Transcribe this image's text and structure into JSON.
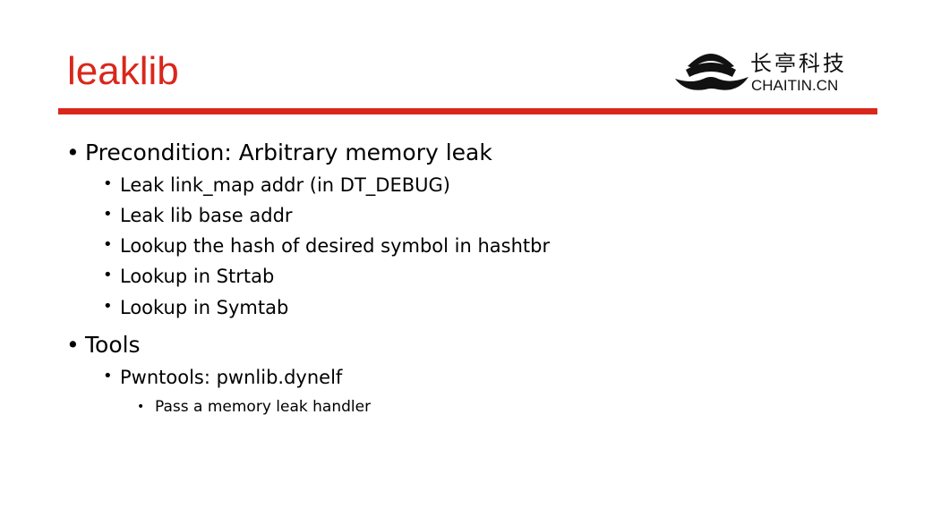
{
  "slide": {
    "title": "leaklib"
  },
  "logo": {
    "chinese_text": "长亭科技",
    "english_text": "CHAITIN.CN",
    "mark_icon": "chaitin-wave-logo-icon"
  },
  "colors": {
    "accent": "#d9271c",
    "text": "#000000",
    "background": "#ffffff"
  },
  "bullets": {
    "bullet_glyph": "•",
    "precondition": {
      "text": "Precondition: Arbitrary memory leak",
      "items": [
        "Leak link_map addr (in DT_DEBUG)",
        "Leak lib base addr",
        "Lookup the hash of desired symbol in hashtbr",
        "Lookup in Strtab",
        "Lookup in Symtab"
      ]
    },
    "tools": {
      "text": "Tools",
      "items": [
        {
          "text": "Pwntools: pwnlib.dynelf",
          "items": [
            "Pass a memory leak handler"
          ]
        }
      ]
    }
  }
}
